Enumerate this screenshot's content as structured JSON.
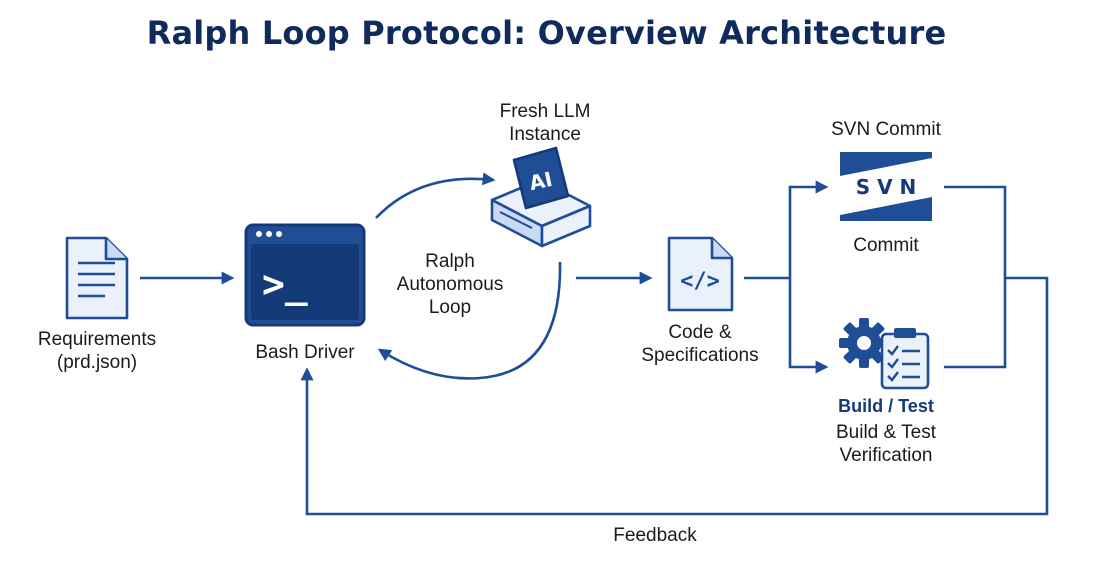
{
  "title": "Ralph Loop Protocol: Overview Architecture",
  "colors": {
    "primary": "#1f4e96",
    "dark": "#143a78",
    "light": "#eaf1fb",
    "title": "#0f2b5e",
    "text": "#1b1b1b"
  },
  "nodes": {
    "requirements": {
      "icon": "document-icon",
      "label_line1": "Requirements",
      "label_line2": "(prd.json)"
    },
    "bash_driver": {
      "icon": "terminal-window-icon",
      "prompt": ">_",
      "label": "Bash Driver"
    },
    "llm": {
      "icon": "ai-server-icon",
      "badge": "AI",
      "label_line1": "Fresh LLM",
      "label_line2": "Instance"
    },
    "loop": {
      "label_line1": "Ralph",
      "label_line2": "Autonomous",
      "label_line3": "Loop"
    },
    "code": {
      "icon": "code-file-icon",
      "glyph": "</>",
      "label_line1": "Code &",
      "label_line2": "Specifications"
    },
    "svn": {
      "icon": "svn-logo-icon",
      "logo_text": "S V N",
      "label_top": "SVN Commit",
      "label_bottom": "Commit"
    },
    "build": {
      "icon": "gear-checklist-icon",
      "label_bold": "Build / Test",
      "label_line1": "Build & Test",
      "label_line2": "Verification"
    }
  },
  "feedback_label": "Feedback"
}
